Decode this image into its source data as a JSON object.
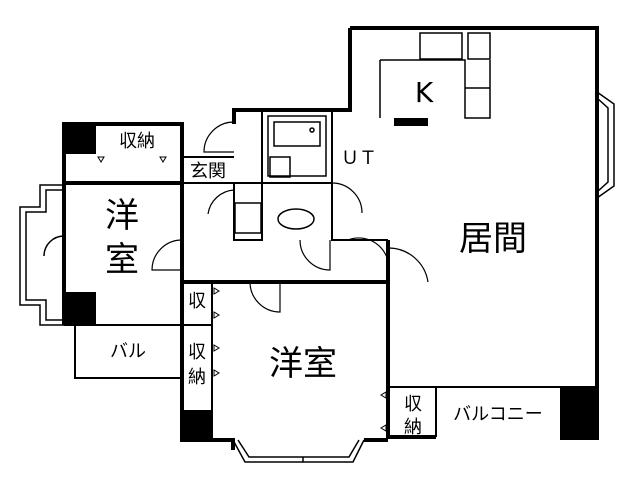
{
  "floorplan": {
    "labels": {
      "kitchen": "K",
      "living": "居間",
      "western_room_left_line1": "洋",
      "western_room_left_line2": "室",
      "western_room_center": "洋室",
      "storage_top": "収納",
      "entrance": "玄関",
      "utility": "ＵＴ",
      "balcony_left": "バル",
      "storage_small": "収",
      "storage_vertical_left_line1": "収",
      "storage_vertical_left_line2": "納",
      "storage_vertical_right_line1": "収",
      "storage_vertical_right_line2": "納",
      "balcony_right": "バルコニー"
    },
    "colors": {
      "line": "#000000",
      "background": "#ffffff"
    }
  }
}
